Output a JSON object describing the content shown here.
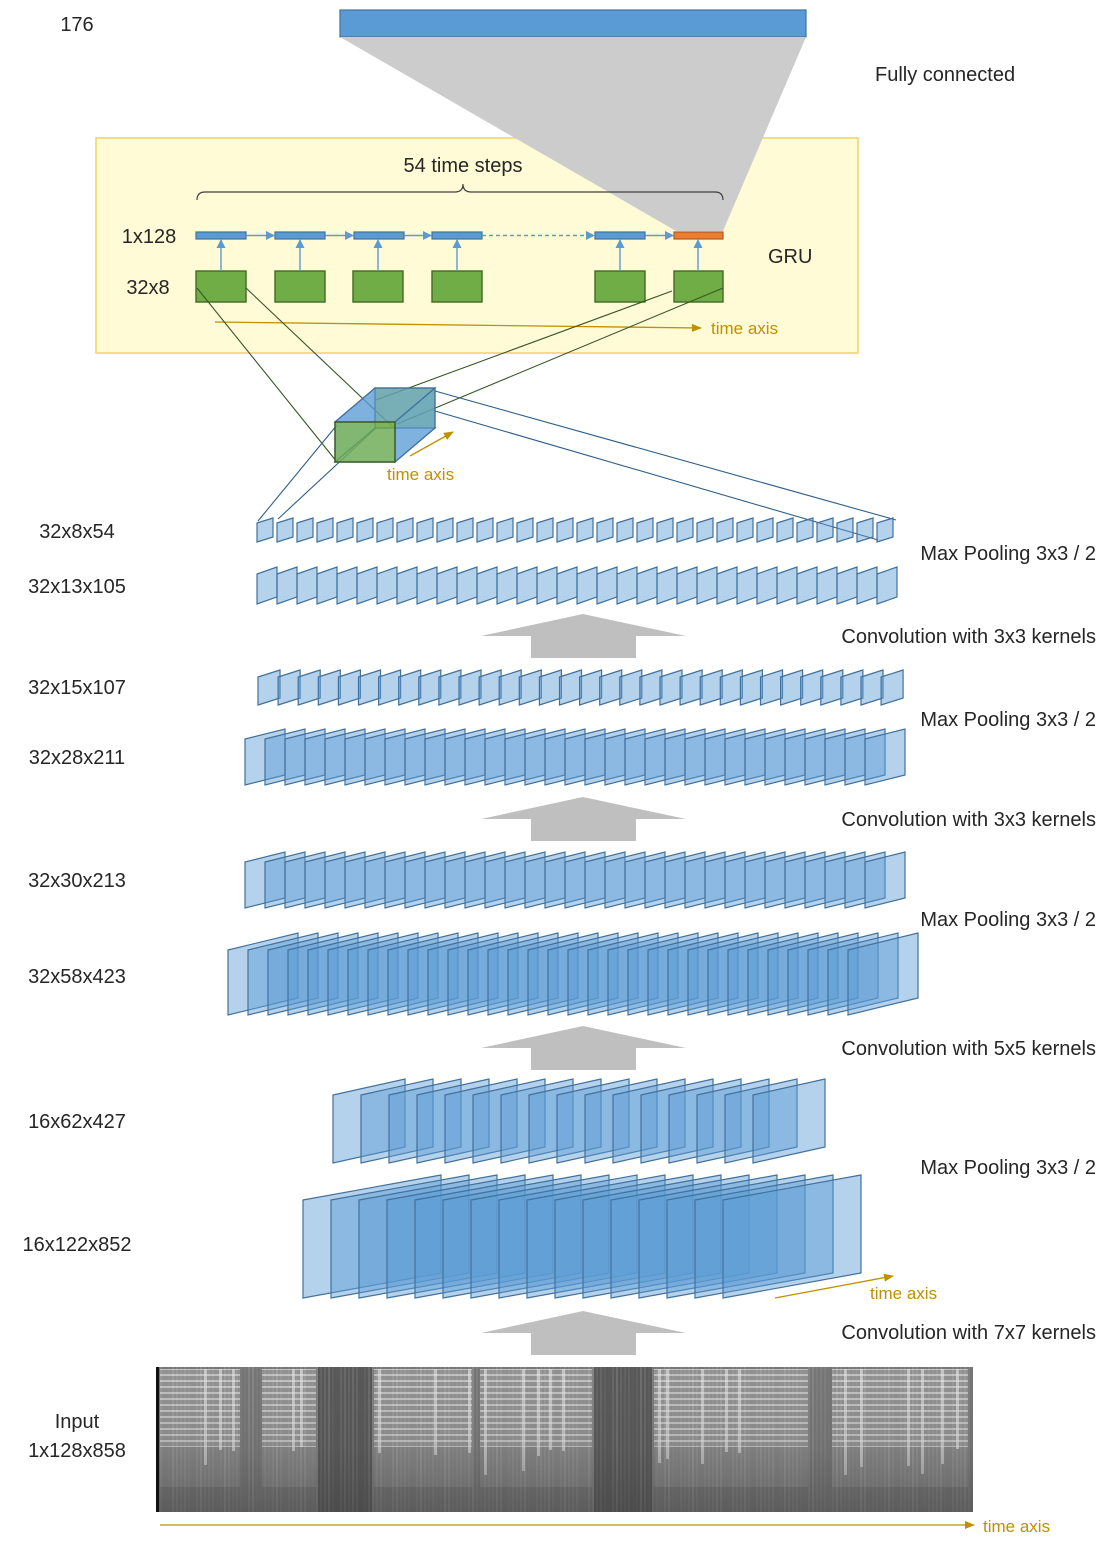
{
  "fully_connected": {
    "size": "176",
    "label": "Fully connected"
  },
  "gru": {
    "label": "GRU",
    "time_steps": "54 time steps",
    "hidden_shape": "1x128",
    "input_shape": "32x8",
    "time_axis": "time axis"
  },
  "feature_cube": {
    "time_axis": "time axis"
  },
  "layers": [
    {
      "shape": "32x8x54"
    },
    {
      "shape": "32x13x105"
    },
    {
      "shape": "32x15x107"
    },
    {
      "shape": "32x28x211"
    },
    {
      "shape": "32x30x213"
    },
    {
      "shape": "32x58x423"
    },
    {
      "shape": "16x62x427"
    },
    {
      "shape": "16x122x852",
      "time_axis": "time axis"
    }
  ],
  "operations": [
    {
      "label": "Max Pooling 3x3 / 2"
    },
    {
      "label": "Convolution with 3x3 kernels"
    },
    {
      "label": "Max Pooling 3x3 / 2"
    },
    {
      "label": "Convolution with 3x3 kernels"
    },
    {
      "label": "Max Pooling 3x3 / 2"
    },
    {
      "label": "Convolution with 5x5 kernels"
    },
    {
      "label": "Max Pooling 3x3 / 2"
    },
    {
      "label": "Convolution with 7x7 kernels"
    }
  ],
  "input": {
    "label": "Input",
    "shape": "1x128x858",
    "time_axis": "time axis"
  },
  "colors": {
    "feature_map": "#5b9bd5",
    "gru_cell": "#5b9bd5",
    "output_cell": "#ed7d31",
    "gru_input": "#70ad47",
    "gru_box": "#fffbd6",
    "gru_box_border": "#f2d46b",
    "fc_projection": "#cccccc",
    "op_arrow": "#bfbfbf",
    "time_axis": "#bf9000"
  }
}
